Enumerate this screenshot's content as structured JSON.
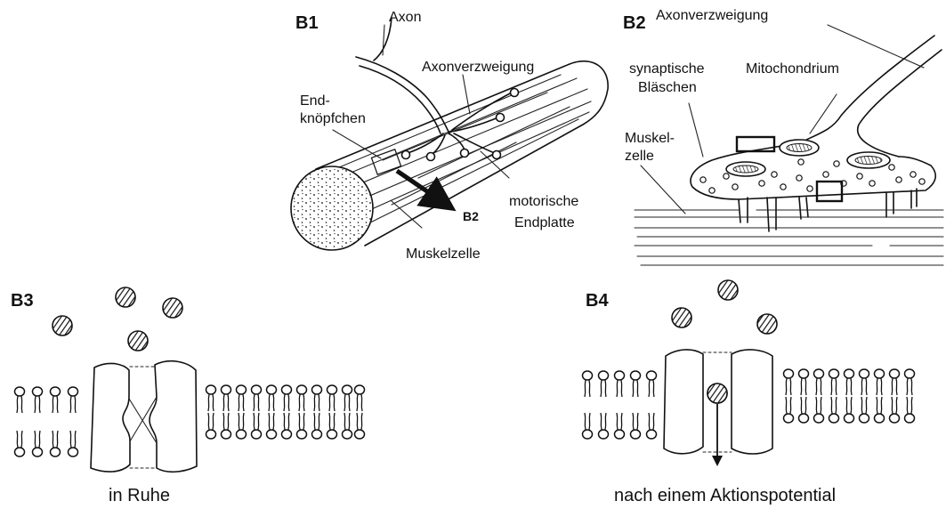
{
  "b1": {
    "panel_label": "B1",
    "axon": "Axon",
    "axon_branch": "Axonverzweigung",
    "end_knob_1": "End-",
    "end_knob_2": "knöpfchen",
    "motor_endplate_1": "motorische",
    "motor_endplate_2": "Endplatte",
    "muscle_cell": "Muskelzelle",
    "arrow_target": "B2"
  },
  "b2": {
    "panel_label": "B2",
    "axon_branch": "Axonverzweigung",
    "synaptic_vesicles_1": "synaptische",
    "synaptic_vesicles_2": "Bläschen",
    "mitochondrion": "Mitochondrium",
    "muscle_cell_1": "Muskel-",
    "muscle_cell_2": "zelle"
  },
  "b3": {
    "panel_label": "B3",
    "caption": "in Ruhe"
  },
  "b4": {
    "panel_label": "B4",
    "caption": "nach einem Aktionspotential"
  }
}
